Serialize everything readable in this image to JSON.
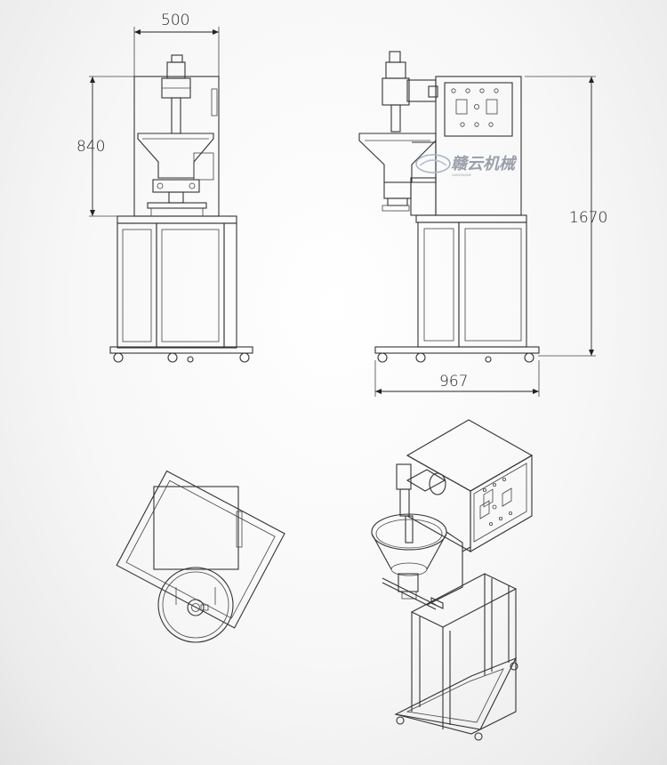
{
  "dimensions": {
    "width_label": "500",
    "height_label": "840",
    "total_height_label": "1670",
    "depth_label": "967"
  },
  "watermark": {
    "brand": "赣云机械",
    "subtitle": "GANYUNJIXIE"
  },
  "colors": {
    "line": "#333333",
    "background": "#f2f2f2",
    "watermark": "#9aa0aa"
  }
}
